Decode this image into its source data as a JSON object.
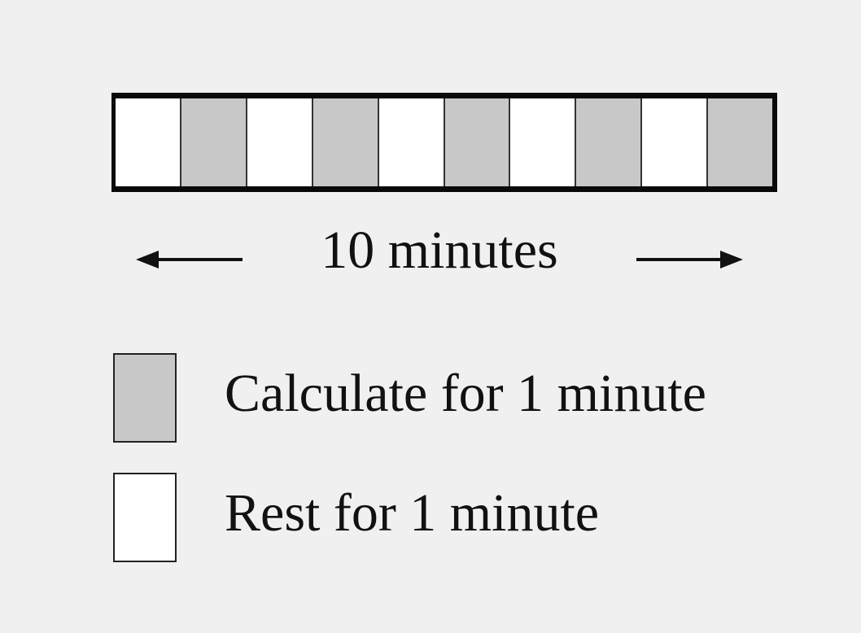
{
  "timeline": {
    "segments": [
      "rest",
      "calculate",
      "rest",
      "calculate",
      "rest",
      "calculate",
      "rest",
      "calculate",
      "rest",
      "calculate"
    ],
    "duration_label": "10 minutes"
  },
  "legend": {
    "calculate_label": "Calculate for 1 minute",
    "rest_label": "Rest for 1 minute"
  },
  "colors": {
    "calculate": "#c8c8c8",
    "rest": "#ffffff",
    "border": "#0a0a0a",
    "background": "#f0f0f0"
  },
  "icons": {
    "left": "arrow-left-icon",
    "right": "arrow-right-icon"
  }
}
